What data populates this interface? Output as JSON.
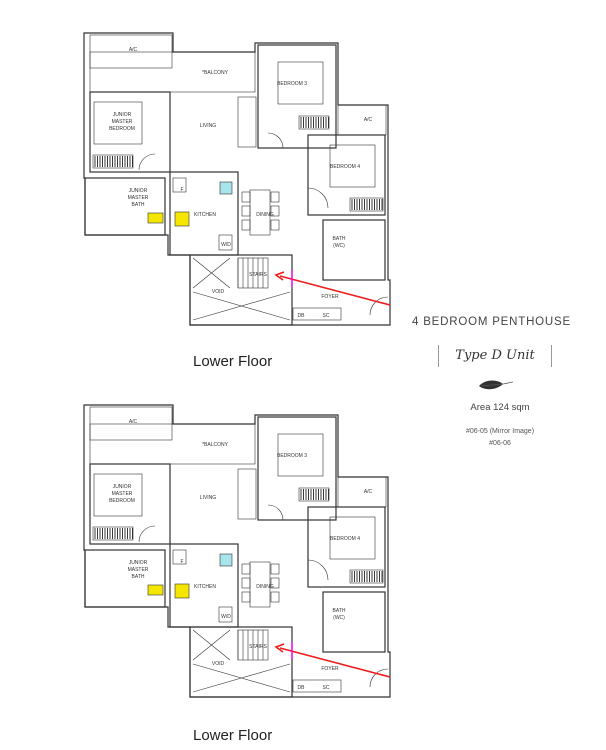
{
  "document": {
    "title": "4 BEDROOM PENTHOUSE",
    "unit_type": "Type D Unit",
    "area": "Area 124 sqm",
    "unit_numbers": [
      "#06-05 (Mirror Image)",
      "#06-06"
    ]
  },
  "plans": [
    {
      "caption": "Lower Floor",
      "labels": {
        "ac_left": "A/C",
        "balcony": "*BALCONY",
        "bedroom3": "BEDROOM 3",
        "ac_right": "A/C",
        "jmb1": "JUNIOR",
        "jmb2": "MASTER",
        "jmb3": "BEDROOM",
        "living": "LIVING",
        "bedroom4": "BEDROOM 4",
        "jbath1": "JUNIOR",
        "jbath2": "MASTER",
        "jbath3": "BATH",
        "fridge": "F",
        "kitchen": "KITCHEN",
        "dining": "DINING",
        "wd": "W/D",
        "bath1": "BATH",
        "bath2": "(WC)",
        "stairs": "STAIRS",
        "void": "VOID",
        "foyer": "FOYER",
        "db": "DB",
        "sc": "SC"
      }
    },
    {
      "caption": "Lower Floor",
      "labels": {
        "ac_left": "A/C",
        "balcony": "*BALCONY",
        "bedroom3": "BEDROOM 3",
        "ac_right": "A/C",
        "jmb1": "JUNIOR",
        "jmb2": "MASTER",
        "jmb3": "BEDROOM",
        "living": "LIVING",
        "bedroom4": "BEDROOM 4",
        "jbath1": "JUNIOR",
        "jbath2": "MASTER",
        "jbath3": "BATH",
        "fridge": "F",
        "kitchen": "KITCHEN",
        "dining": "DINING",
        "wd": "W/D",
        "bath1": "BATH",
        "bath2": "(WC)",
        "stairs": "STAIRS",
        "void": "VOID",
        "foyer": "FOYER",
        "db": "DB",
        "sc": "SC"
      }
    }
  ],
  "colors": {
    "arrow": "#ee1c1c",
    "marker": "#ff00ff",
    "sink": "#a8e4ec",
    "hob": "#f5e600",
    "wall": "#333333"
  },
  "icons": [
    "leaf-icon",
    "red-arrow-icon"
  ]
}
